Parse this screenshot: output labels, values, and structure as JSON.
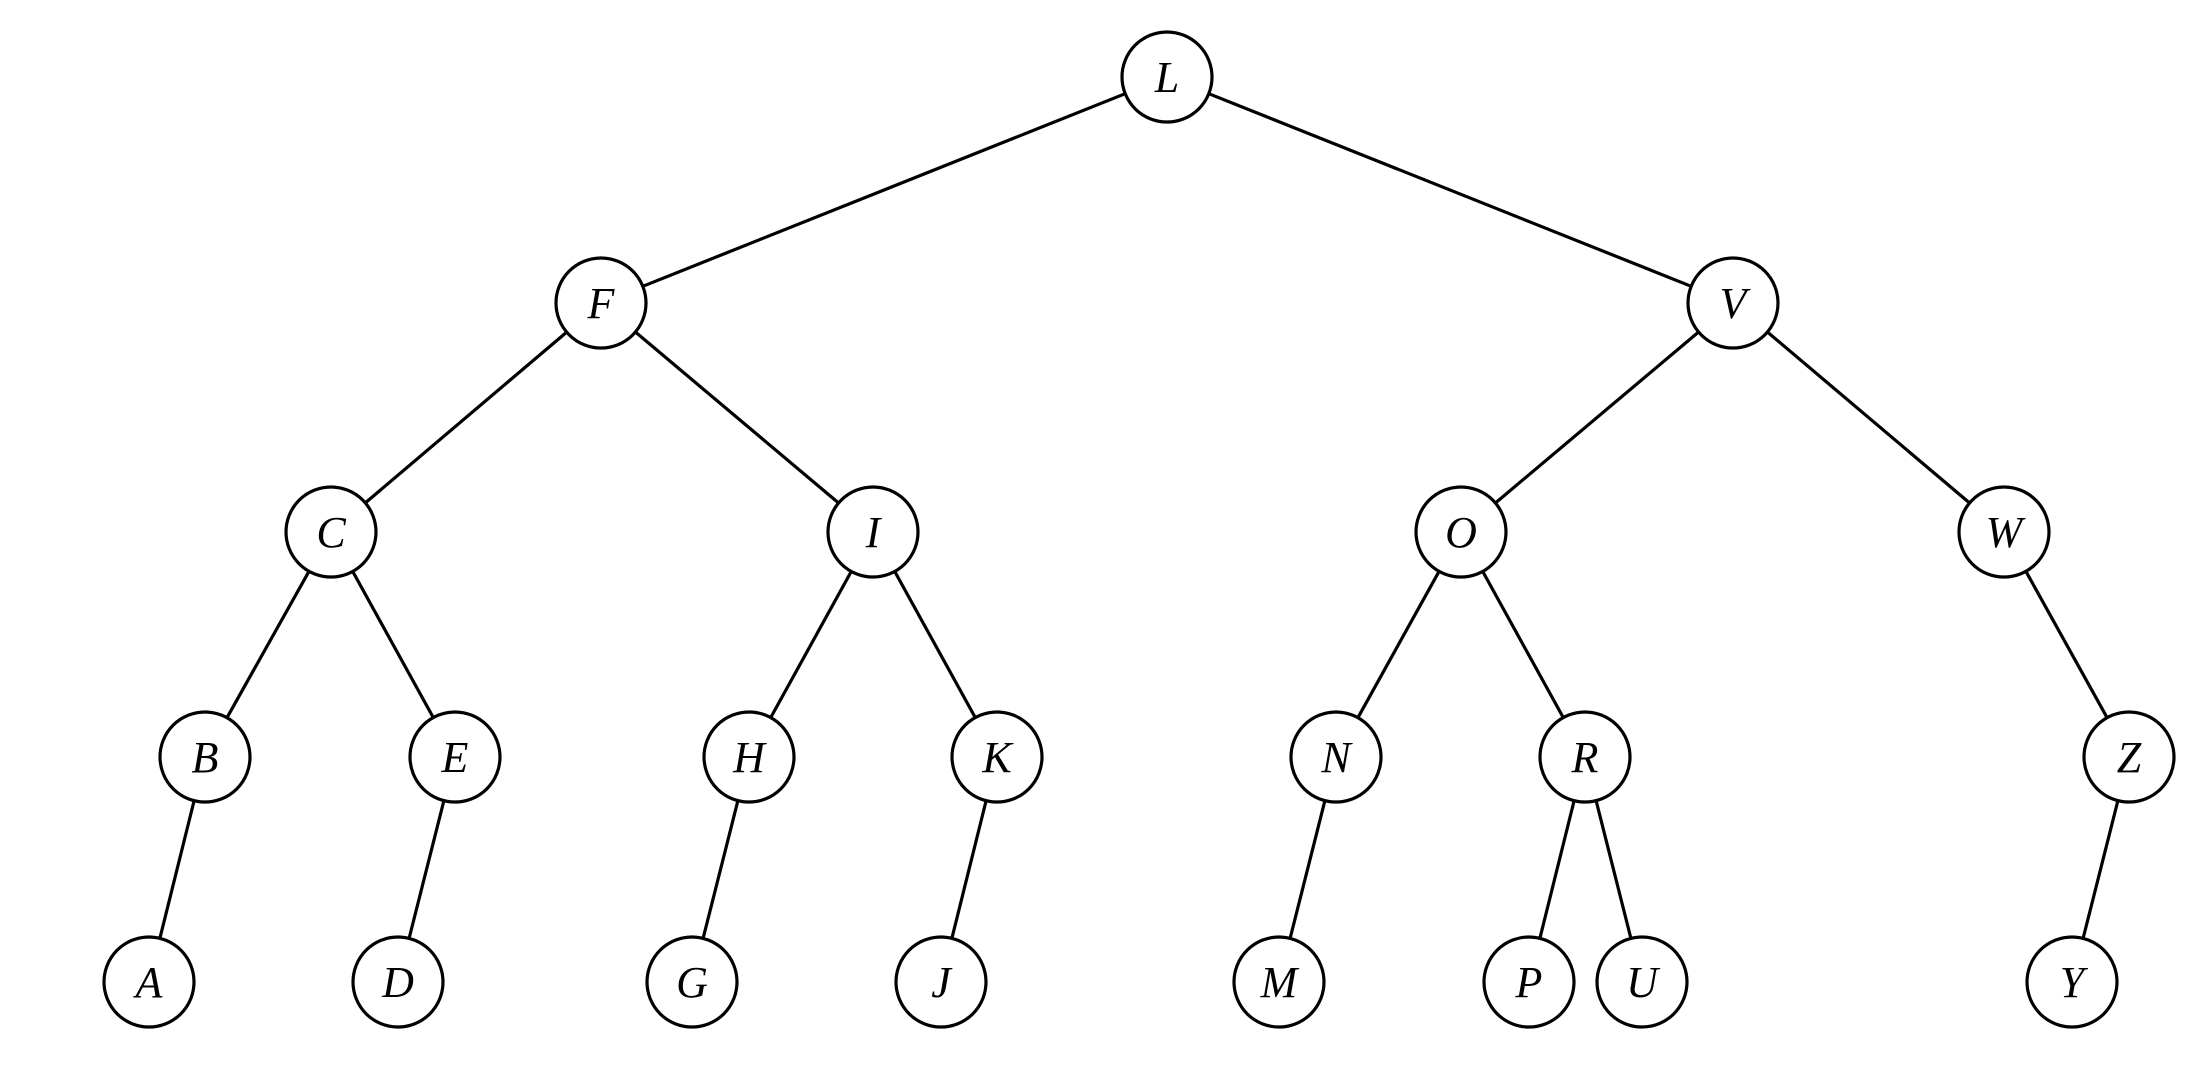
{
  "diagram": {
    "type": "binary-tree",
    "nodes": [
      {
        "id": "L",
        "label": "L"
      },
      {
        "id": "F",
        "label": "F"
      },
      {
        "id": "V",
        "label": "V"
      },
      {
        "id": "C",
        "label": "C"
      },
      {
        "id": "I",
        "label": "I"
      },
      {
        "id": "O",
        "label": "O"
      },
      {
        "id": "W",
        "label": "W"
      },
      {
        "id": "B",
        "label": "B"
      },
      {
        "id": "E",
        "label": "E"
      },
      {
        "id": "H",
        "label": "H"
      },
      {
        "id": "K",
        "label": "K"
      },
      {
        "id": "N",
        "label": "N"
      },
      {
        "id": "R",
        "label": "R"
      },
      {
        "id": "Z",
        "label": "Z"
      },
      {
        "id": "A",
        "label": "A"
      },
      {
        "id": "D",
        "label": "D"
      },
      {
        "id": "G",
        "label": "G"
      },
      {
        "id": "J",
        "label": "J"
      },
      {
        "id": "M",
        "label": "M"
      },
      {
        "id": "P",
        "label": "P"
      },
      {
        "id": "U",
        "label": "U"
      },
      {
        "id": "Y",
        "label": "Y"
      }
    ],
    "edges": [
      {
        "from": "L",
        "to": "F"
      },
      {
        "from": "L",
        "to": "V"
      },
      {
        "from": "F",
        "to": "C"
      },
      {
        "from": "F",
        "to": "I"
      },
      {
        "from": "V",
        "to": "O"
      },
      {
        "from": "V",
        "to": "W"
      },
      {
        "from": "C",
        "to": "B"
      },
      {
        "from": "C",
        "to": "E"
      },
      {
        "from": "I",
        "to": "H"
      },
      {
        "from": "I",
        "to": "K"
      },
      {
        "from": "O",
        "to": "N"
      },
      {
        "from": "O",
        "to": "R"
      },
      {
        "from": "W",
        "to": "Z"
      },
      {
        "from": "B",
        "to": "A"
      },
      {
        "from": "E",
        "to": "D"
      },
      {
        "from": "H",
        "to": "G"
      },
      {
        "from": "K",
        "to": "J"
      },
      {
        "from": "N",
        "to": "M"
      },
      {
        "from": "R",
        "to": "P"
      },
      {
        "from": "R",
        "to": "U"
      },
      {
        "from": "Z",
        "to": "Y"
      }
    ],
    "colors": {
      "stroke": "#000000",
      "fill": "#ffffff"
    }
  }
}
